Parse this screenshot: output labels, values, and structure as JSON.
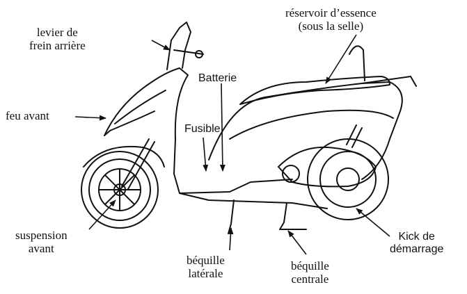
{
  "labels": {
    "levier_frein": [
      "levier de",
      "frein arrière"
    ],
    "reservoir": [
      "réservoir d’essence",
      "(sous la selle)"
    ],
    "batterie": "Batterie",
    "feu_avant": "feu avant",
    "fusible": "Fusible",
    "suspension_avant": [
      "suspension",
      "avant"
    ],
    "kick": [
      "Kick de",
      "démarrage"
    ],
    "bequille_laterale": [
      "béquille",
      "latérale"
    ],
    "bequille_centrale": [
      "béquille",
      "centrale"
    ]
  },
  "colors": {
    "ink": "#111111",
    "background": "#ffffff"
  }
}
